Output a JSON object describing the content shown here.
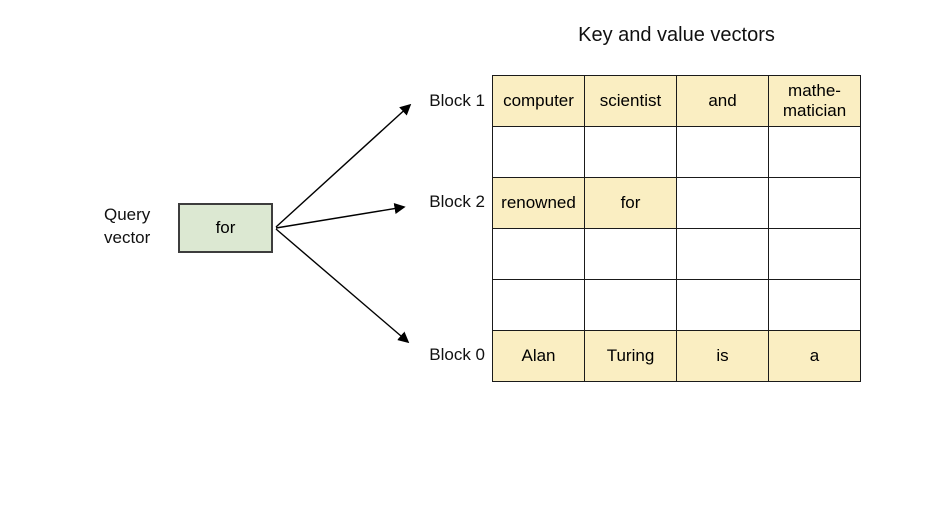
{
  "title": "Key and value vectors",
  "query": {
    "label": "Query\nvector",
    "token": "for"
  },
  "block_labels": [
    "Block 1",
    "Block 2",
    "Block 0"
  ],
  "table": {
    "columns": 4,
    "rows": [
      {
        "block": "Block 1",
        "cells": [
          {
            "text": "computer",
            "highlighted": true
          },
          {
            "text": "scientist",
            "highlighted": true
          },
          {
            "text": "and",
            "highlighted": true
          },
          {
            "text": "mathe-\nmatician",
            "highlighted": true
          }
        ]
      },
      {
        "block": "",
        "cells": [
          {
            "text": "",
            "highlighted": false
          },
          {
            "text": "",
            "highlighted": false
          },
          {
            "text": "",
            "highlighted": false
          },
          {
            "text": "",
            "highlighted": false
          }
        ]
      },
      {
        "block": "Block 2",
        "cells": [
          {
            "text": "renowned",
            "highlighted": true
          },
          {
            "text": "for",
            "highlighted": true
          },
          {
            "text": "",
            "highlighted": false
          },
          {
            "text": "",
            "highlighted": false
          }
        ]
      },
      {
        "block": "",
        "cells": [
          {
            "text": "",
            "highlighted": false
          },
          {
            "text": "",
            "highlighted": false
          },
          {
            "text": "",
            "highlighted": false
          },
          {
            "text": "",
            "highlighted": false
          }
        ]
      },
      {
        "block": "",
        "cells": [
          {
            "text": "",
            "highlighted": false
          },
          {
            "text": "",
            "highlighted": false
          },
          {
            "text": "",
            "highlighted": false
          },
          {
            "text": "",
            "highlighted": false
          }
        ]
      },
      {
        "block": "Block 0",
        "cells": [
          {
            "text": "Alan",
            "highlighted": true
          },
          {
            "text": "Turing",
            "highlighted": true
          },
          {
            "text": "is",
            "highlighted": true
          },
          {
            "text": "a",
            "highlighted": true
          }
        ]
      }
    ]
  },
  "colors": {
    "highlight": "#FAEEC2",
    "query_box_fill": "#DCE8D2",
    "table_border": "#1A1A1A",
    "arrow": "#000000",
    "background": "#FFFFFF"
  }
}
